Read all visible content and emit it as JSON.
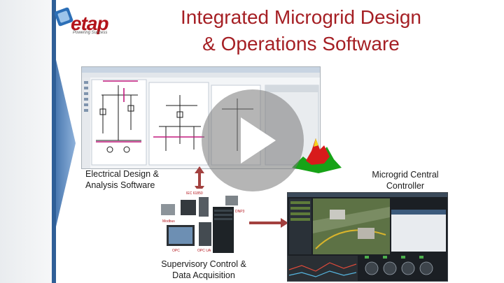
{
  "logo": {
    "brand": "etap",
    "tagline": "Powering Success"
  },
  "title": {
    "line1": "Integrated Microgrid Design",
    "line2": "& Operations Software"
  },
  "labels": {
    "design_line1": "Electrical Design &",
    "design_line2": "Analysis Software",
    "controller_line1": "Microgrid Central",
    "controller_line2": "Controller",
    "scada_line1": "Supervisory Control &",
    "scada_line2": "Data Acquisition"
  },
  "scada_tags": {
    "protocol1": "IEC 61850",
    "protocol2": "Modbus",
    "protocol3": "OPC",
    "protocol4": "OPC UA",
    "protocol5": "DNP3"
  },
  "colors": {
    "title": "#a51f24",
    "arrow": "#a3413f",
    "logo": "#b3141b"
  },
  "icons": {
    "play": "play-icon",
    "arrow": "double-arrow-icon"
  }
}
